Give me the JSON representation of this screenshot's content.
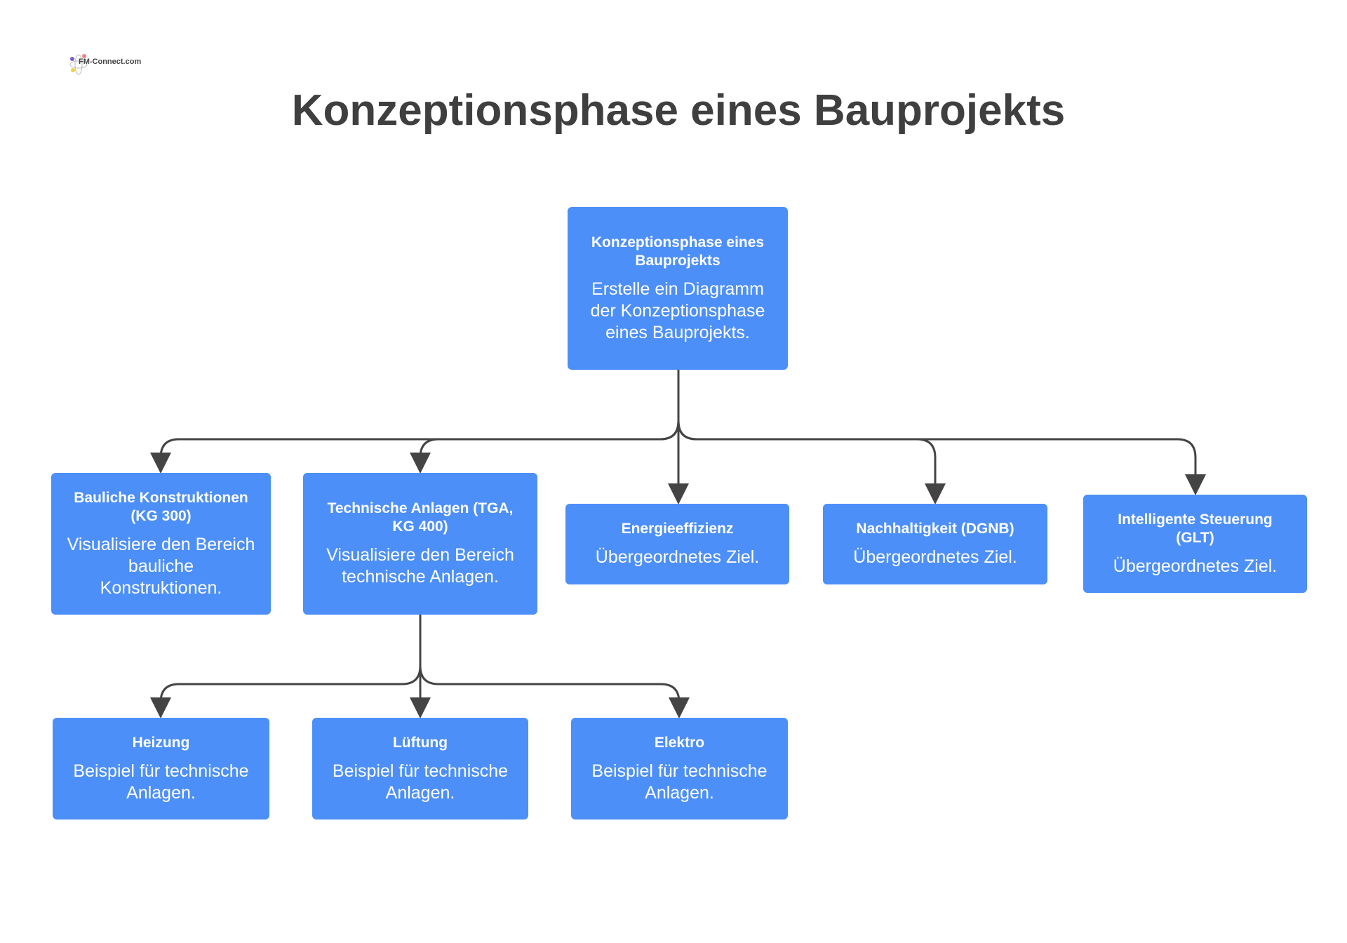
{
  "logo": {
    "text": "FM-Connect.com"
  },
  "title": "Konzeptionsphase eines Bauprojekts",
  "root": {
    "title": "Konzeptionsphase eines Bauprojekts",
    "desc": "Erstelle ein Diagramm der Konzeptionsphase eines Bauprojekts."
  },
  "level2": [
    {
      "title": "Bauliche Konstruktionen (KG 300)",
      "desc": "Visualisiere den Bereich bauliche Konstruktionen."
    },
    {
      "title": "Technische Anlagen (TGA, KG 400)",
      "desc": "Visualisiere den Bereich technische Anlagen."
    },
    {
      "title": "Energieeffizienz",
      "desc": "Übergeordnetes Ziel."
    },
    {
      "title": "Nachhaltigkeit (DGNB)",
      "desc": "Übergeordnetes Ziel."
    },
    {
      "title": "Intelligente Steuerung (GLT)",
      "desc": "Übergeordnetes Ziel."
    }
  ],
  "level3": [
    {
      "title": "Heizung",
      "desc": "Beispiel für technische Anlagen."
    },
    {
      "title": "Lüftung",
      "desc": "Beispiel für technische Anlagen."
    },
    {
      "title": "Elektro",
      "desc": "Beispiel für technische Anlagen."
    }
  ],
  "colors": {
    "node": "#4d8ff8",
    "line": "#444444",
    "title": "#3f3f3f"
  }
}
